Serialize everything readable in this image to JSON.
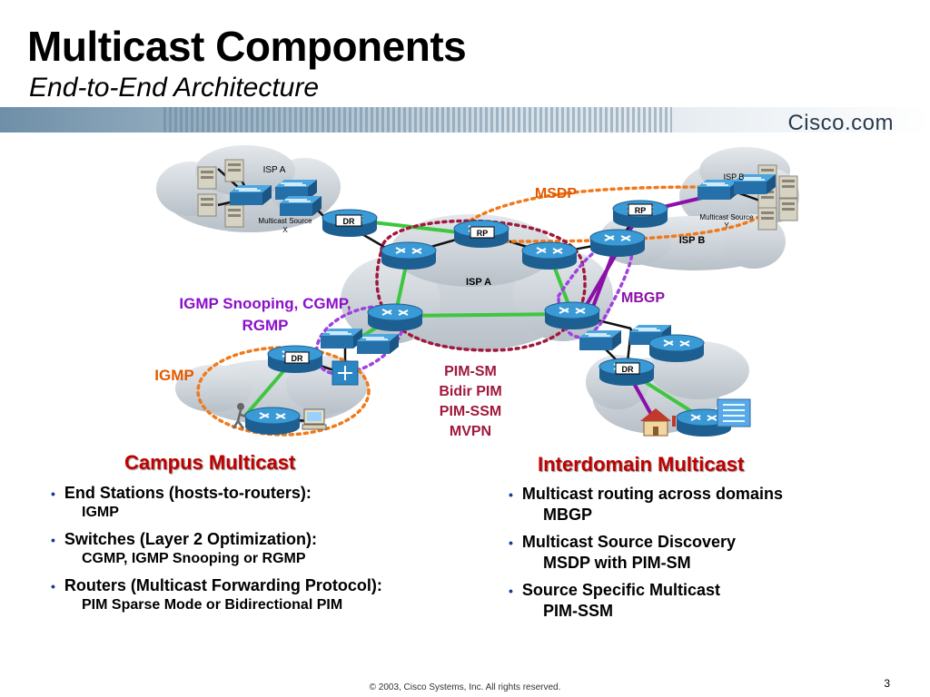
{
  "slide": {
    "title": "Multicast Components",
    "subtitle": "End-to-End Architecture",
    "brand": "Cisco.com",
    "footer": "© 2003, Cisco Systems, Inc. All rights reserved.",
    "page_number": "3"
  },
  "diagram": {
    "isp_a_small": "ISP A",
    "source_x_line1": "Multicast Source",
    "source_x_line2": "X",
    "isp_b_small": "ISP B",
    "source_y_line1": "Multicast Source",
    "source_y_line2": "Y",
    "isp_a_core": "ISP A",
    "isp_b_cloud": "ISP B",
    "dr_top": "DR",
    "rp_top": "RP",
    "rp_right": "RP",
    "dr_left": "DR",
    "dr_right": "DR",
    "msdp": "MSDP",
    "mbgp": "MBGP",
    "snoop_line1": "IGMP Snooping, CGMP,",
    "snoop_line2": "RGMP",
    "igmp": "IGMP",
    "pim1": "PIM-SM",
    "pim2": "Bidir PIM",
    "pim3": "PIM-SSM",
    "pim4": "MVPN"
  },
  "campus": {
    "heading": "Campus Multicast",
    "items": [
      {
        "title": "End Stations (hosts-to-routers):",
        "detail": "IGMP"
      },
      {
        "title": "Switches (Layer 2 Optimization):",
        "detail": "CGMP, IGMP Snooping or RGMP"
      },
      {
        "title": "Routers (Multicast Forwarding Protocol):",
        "detail": "PIM Sparse Mode or Bidirectional PIM"
      }
    ]
  },
  "interdomain": {
    "heading": "Interdomain Multicast",
    "items": [
      {
        "title": "Multicast routing across domains",
        "detail": "MBGP"
      },
      {
        "title": "Multicast Source Discovery",
        "detail": "MSDP with PIM-SM"
      },
      {
        "title": "Source Specific Multicast",
        "detail": "PIM-SSM"
      }
    ]
  },
  "colors": {
    "green_link": "#3ec63e",
    "purple_link": "#8b10a8",
    "orange_ring": "#f07a1a",
    "maroon_ring": "#a0183c",
    "violet_ring": "#a040e0",
    "heading_red": "#c00000",
    "router_blue": "#2b86c4"
  }
}
